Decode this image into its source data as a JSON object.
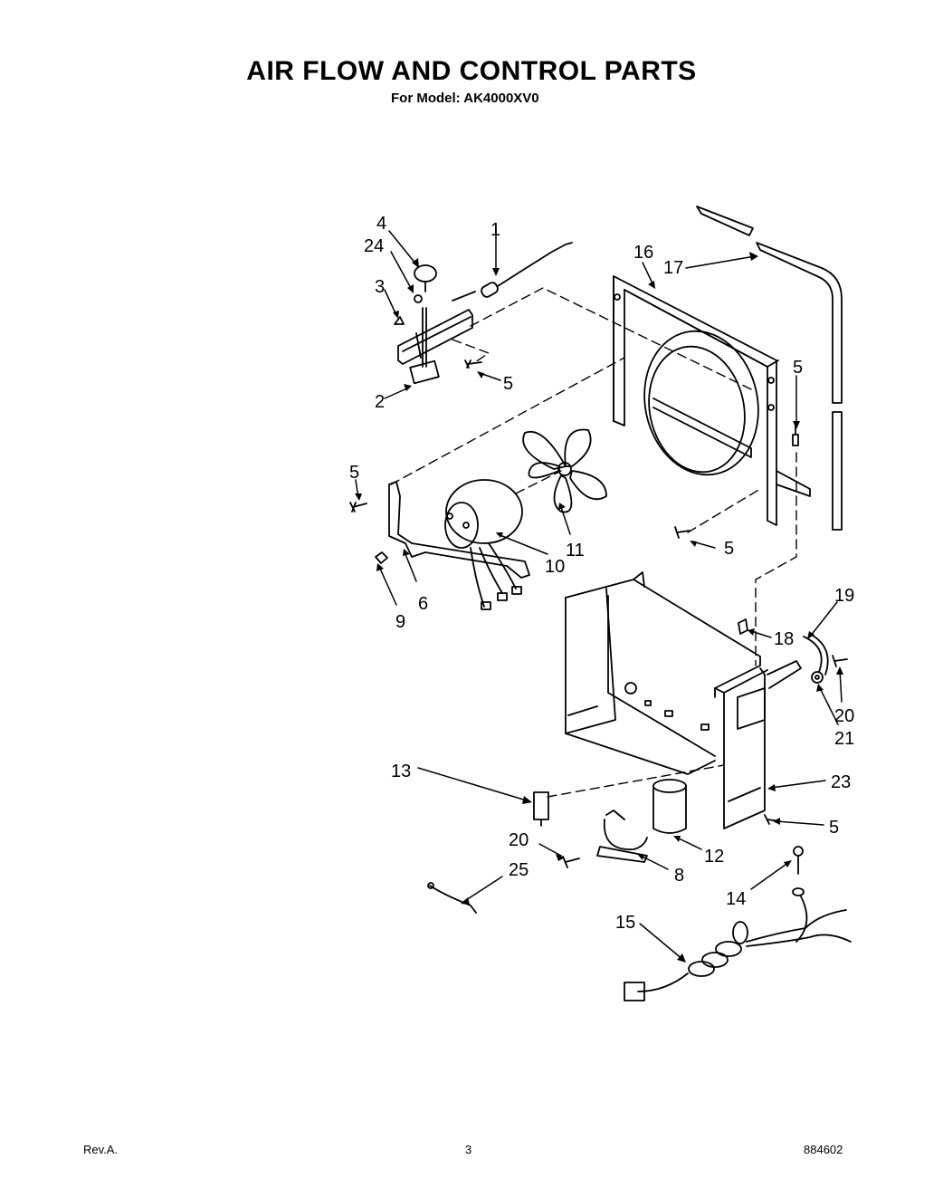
{
  "header": {
    "title": "AIR FLOW AND CONTROL PARTS",
    "model": "For Model: AK4000XV0"
  },
  "callouts": {
    "c1": "1",
    "c2": "2",
    "c3": "3",
    "c4": "4",
    "c5": "5",
    "c6": "6",
    "c8": "8",
    "c9": "9",
    "c10": "10",
    "c11": "11",
    "c12": "12",
    "c13": "13",
    "c14": "14",
    "c15": "15",
    "c16": "16",
    "c17": "17",
    "c18": "18",
    "c19": "19",
    "c20": "20",
    "c21": "21",
    "c23": "23",
    "c24": "24",
    "c25": "25"
  },
  "footer": {
    "revision": "Rev.A.",
    "page": "3",
    "doc_number": "884602"
  }
}
